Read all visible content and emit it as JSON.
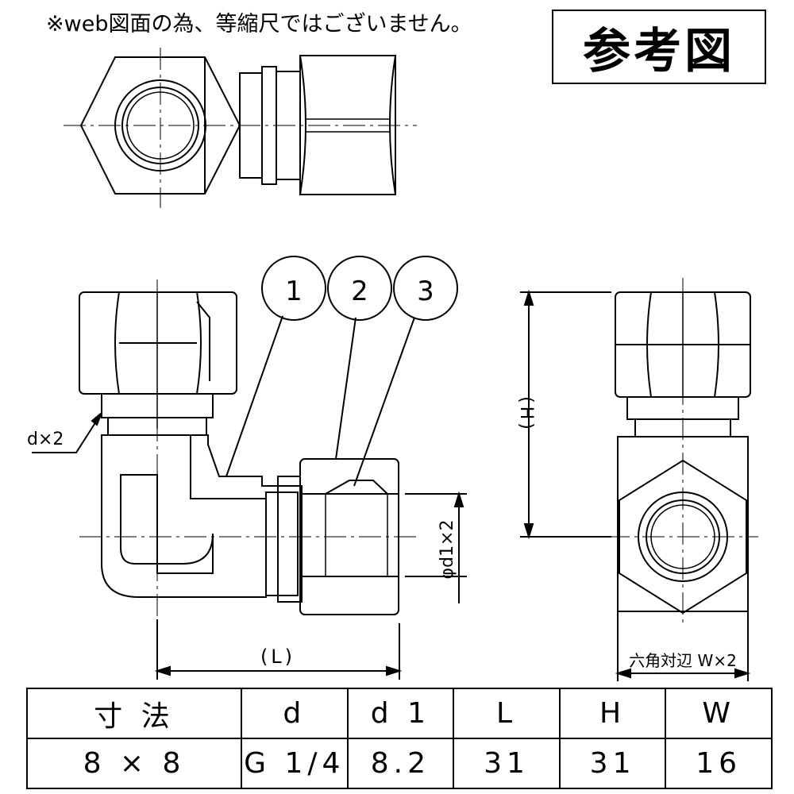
{
  "note": "※web図面の為、等縮尺ではございません。",
  "reference_label": "参考図",
  "callouts": [
    "1",
    "2",
    "3"
  ],
  "dimensions": {
    "d": "d×2",
    "d1": "φd1×2",
    "L": "(L)",
    "H": "(H)",
    "W": "六角対辺 W×2"
  },
  "table": {
    "headers": [
      "寸 法",
      "d",
      "d 1",
      "L",
      "H",
      "W"
    ],
    "rows": [
      [
        "8 × 8",
        "G 1/4",
        "8.2",
        "31",
        "31",
        "16"
      ]
    ]
  }
}
